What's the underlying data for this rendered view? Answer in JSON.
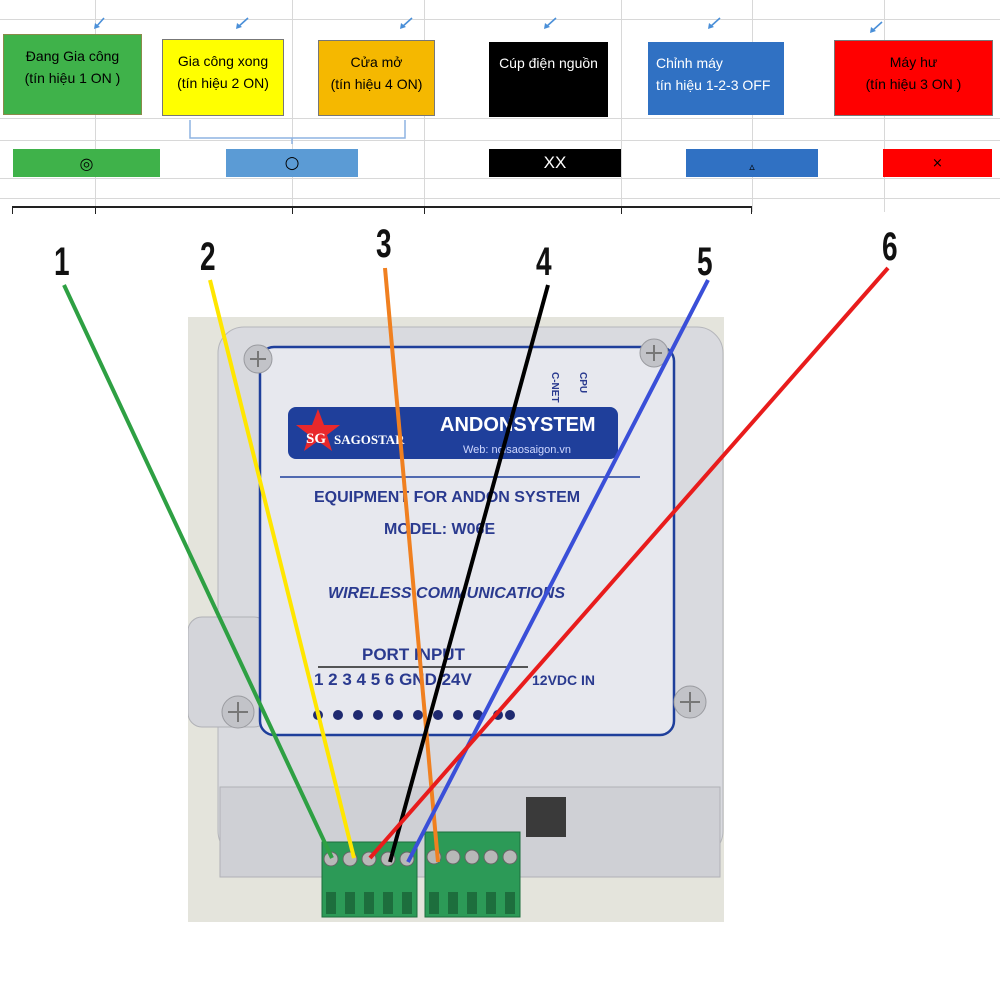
{
  "signals": [
    {
      "line1": "Đang Gia công",
      "line2": "(tín hiệu 1 ON )",
      "bg": "#3fb24a",
      "text_color": "#111111"
    },
    {
      "line1": "Gia công xong",
      "line2": "(tín hiệu 2 ON)",
      "bg": "#ffff00",
      "text_color": "#111111"
    },
    {
      "line1": "Cửa mở",
      "line2": "(tín hiệu 4 ON)",
      "bg": "#f5b800",
      "text_color": "#111111"
    },
    {
      "line1": "Cúp điện nguồn",
      "line2": "",
      "bg": "#000000",
      "text_color": "#ffffff"
    },
    {
      "line1": "Chỉnh máy",
      "line2": "tín hiệu 1-2-3  OFF",
      "bg": "#3071c3",
      "text_color": "#ffffff"
    },
    {
      "line1": "Máy hư",
      "line2": "(tín hiệu 3 ON )",
      "bg": "#ff0000",
      "text_color": "#111111"
    }
  ],
  "status_bars": [
    {
      "symbol": "◎",
      "bg": "#3fb24a",
      "color": "#111111"
    },
    {
      "symbol": "○",
      "bg": "#5b9bd5",
      "color": "#111111"
    },
    {
      "symbol": "XX",
      "bg": "#000000",
      "color": "#ffffff"
    },
    {
      "symbol": "▵",
      "bg": "#3071c3",
      "color": "#111111"
    },
    {
      "symbol": "×",
      "bg": "#ff0000",
      "color": "#111111"
    }
  ],
  "wire_numbers": [
    "1",
    "2",
    "3",
    "4",
    "5",
    "6"
  ],
  "wire_colors": [
    "#2ea043",
    "#ffe600",
    "#f08020",
    "#000000",
    "#3a4fd8",
    "#e81c1c"
  ],
  "device": {
    "brand_logo": "SG",
    "brand_name": "SAGOSTAR",
    "system_name": "ANDONSYSTEM",
    "website": "Web: noisaosaigon.vn",
    "side_label_1": "C-NET",
    "side_label_2": "CPU",
    "line1": "EQUIPMENT FOR ANDON SYSTEM",
    "line2": "MODEL: W06E",
    "line3": "WIRELESS COMMUNICATIONS",
    "port_title": "PORT INPUT",
    "port_labels": "1 2 3 4 5 6 GND 24V",
    "power_label": "12VDC IN"
  }
}
